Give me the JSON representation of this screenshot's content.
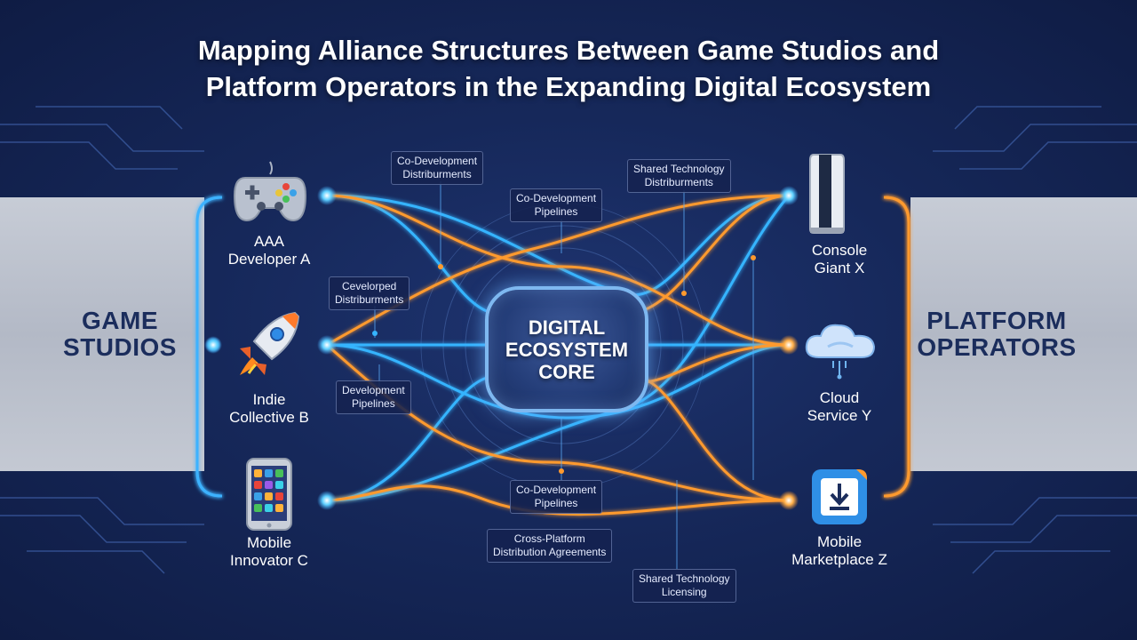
{
  "title": {
    "line1": "Mapping Alliance Structures Between Game Studios and",
    "line2": "Platform Operators in the Expanding Digital Ecosystem"
  },
  "left_group": {
    "line1": "GAME",
    "line2": "STUDIOS"
  },
  "right_group": {
    "line1": "PLATFORM",
    "line2": "OPERATORS"
  },
  "core": {
    "label": "DIGITAL\nECOSYSTEM\nCORE"
  },
  "studios": [
    {
      "line1": "AAA",
      "line2": "Developer A",
      "icon": "gamepad-icon"
    },
    {
      "line1": "Indie",
      "line2": "Collective B",
      "icon": "rocket-icon"
    },
    {
      "line1": "Mobile",
      "line2": "Innovator C",
      "icon": "smartphone-icon"
    }
  ],
  "platforms": [
    {
      "line1": "Console",
      "line2": "Giant X",
      "icon": "console-icon"
    },
    {
      "line1": "Cloud",
      "line2": "Service Y",
      "icon": "cloud-icon"
    },
    {
      "line1": "Mobile",
      "line2": "Marketplace Z",
      "icon": "download-icon"
    }
  ],
  "edge_labels": [
    {
      "line1": "Co-Development",
      "line2": "Distriburments"
    },
    {
      "line1": "Co-Development",
      "line2": "Pipelines"
    },
    {
      "line1": "Shared Technology",
      "line2": "Distriburments"
    },
    {
      "line1": "Cevelorped",
      "line2": "Distriburments"
    },
    {
      "line1": "Development",
      "line2": "Pipelines"
    },
    {
      "line1": "Co-Development",
      "line2": "Pipelines"
    },
    {
      "line1": "Cross-Platform",
      "line2": "Distribution Agreements"
    },
    {
      "line1": "Shared Technology",
      "line2": "Licensing"
    }
  ],
  "colors": {
    "blue_link": "#35b4ff",
    "orange_link": "#ff9a2e",
    "background": "#16285a",
    "band": "#c0c5d0",
    "group_text": "#1b2d5c"
  }
}
